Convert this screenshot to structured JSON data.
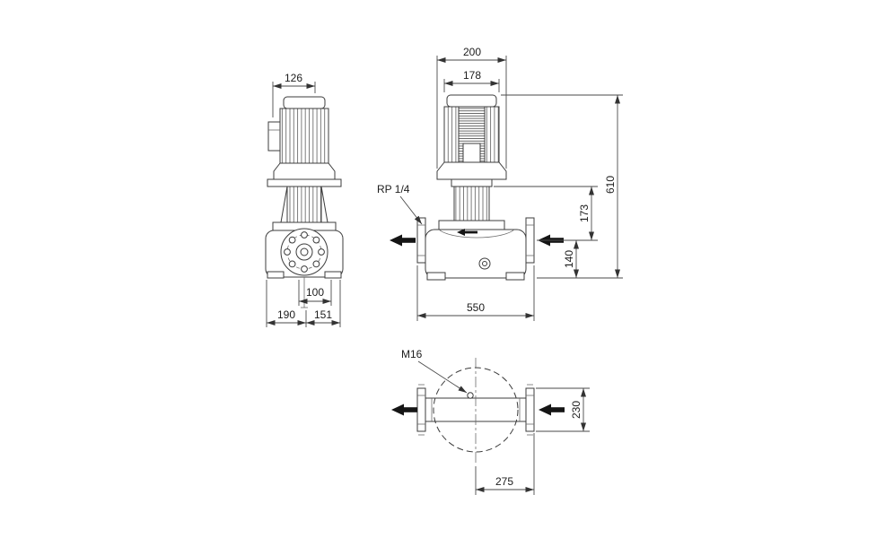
{
  "drawing": {
    "side_view": {
      "dim_motor_width": "126",
      "dim_port_offset": "100",
      "dim_foot_left": "190",
      "dim_foot_right": "151"
    },
    "front_view": {
      "dim_fan_cover_width": "200",
      "dim_motor_body_width": "178",
      "gauge_port_label": "RP 1/4",
      "dim_total_height": "610",
      "dim_center_to_stool": "173",
      "dim_center_to_base": "140",
      "dim_port_to_port": "550"
    },
    "top_view": {
      "bolt_thread_label": "M16",
      "dim_flange_height": "230",
      "dim_center_to_port_face": "275"
    }
  }
}
